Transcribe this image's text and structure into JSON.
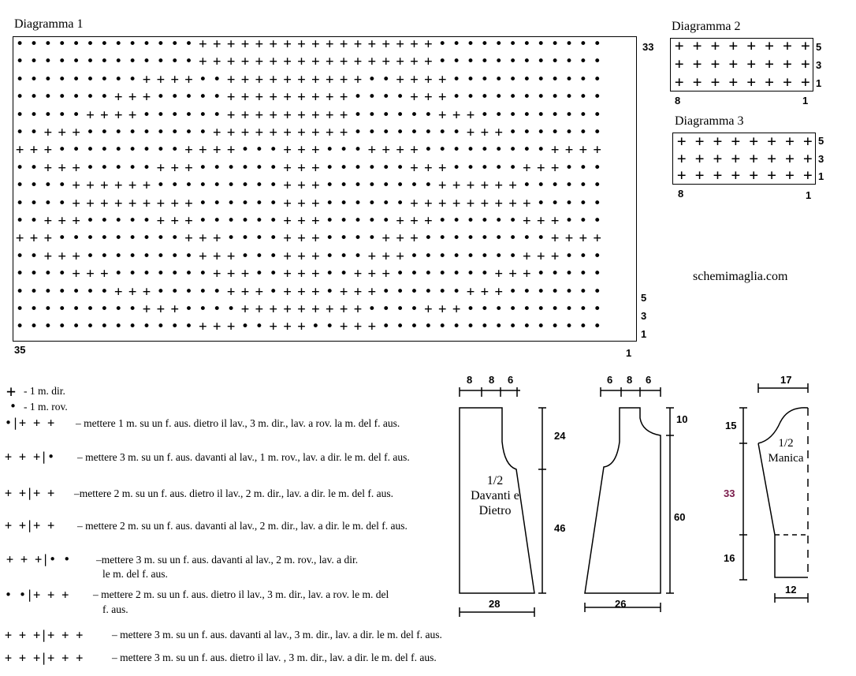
{
  "diagram1": {
    "title": "Diagramma 1",
    "right_labels": [
      "33",
      "5",
      "3",
      "1"
    ],
    "bottom_left": "35",
    "bottom_right": "1",
    "rows": [
      "• • • • • • • • • • • • • + + + + + + + + + + + + + + + + + • • • • • • • • • • • •",
      "• • • • • • • • • • • • • + + + + + + + + + + + + + + + + + • • • • • • • • • • • •",
      "• • • • • • • • • + + + + • • + + + + + + + + + + • • + + + + • • • • • • • • • • •",
      "• • • • • • • + + + • • • • • + + + + + + + + + • • • • + + + • • • • • • • • • • •",
      "• • • • • + + + + • • • • • • + + + + + + + + + • • • • • • + + + • • • • • • • • •",
      "• • + + + • • • • • • • • • + + + + + + + + + + • • • • • • • • + + + • • • • • • •",
      "+ + + • • • • • • • • • + + + + • • • + + + • • • + + + + • • • • • • • • • + + + +",
      "• • + + + • • • • • + + + • • • • • • + + + • • • • • • + + + • • • • • + + + • • •",
      "• • • • + + + + + + • • • • • • • • • + + + • • • • • • • • + + + + + + • • • • • •",
      "• • • • + + + + + + + + + • • • • • • + + + • • • • • • + + + + + + + + + • • • • •",
      "• • + + + • • • • • + + + • • • • • • + + + • • • • • + + + • • • • • • + + + • • •",
      "+ + + • • • • • • • • • + + + • • • • + + + • • • • + + + • • • • • • • • • + + + +",
      "• • + + + • • • • • • • • + + + • • • + + + • • • + + + • • • • • • • • + + + • • •",
      "• • • • + + + • • • • • • • + + + • • + + + • • + + + • • • • • • • + + + • • • • •",
      "• • • • • • • + + + • • • • • + + + • + + + • + + + • • • • • • + + + • • • • • • •",
      "• • • • • • • • • + + + • • • • + + + + + + + + + • • • • + + + • • • • • • • • • •",
      "• • • • • • • • • • • • • + + + • • + + + • • + + + • • • • • • • • • • • • • • • •"
    ]
  },
  "diagram2": {
    "title": "Diagramma 2",
    "rows": [
      "+ + + + + + + +",
      "+ + + + + + + +",
      "+ + + + + + + +"
    ],
    "right_labels": [
      "5",
      "3",
      "1"
    ],
    "bottom_left": "8",
    "bottom_right": "1"
  },
  "diagram3": {
    "title": "Diagramma 3",
    "rows": [
      "+ + + + + + + +",
      "+ + + + + + + +",
      "+ + + + + + + +"
    ],
    "right_labels": [
      "5",
      "3",
      "1"
    ],
    "bottom_left": "8",
    "bottom_right": "1"
  },
  "site": "schemimaglia.com",
  "legend": [
    {
      "sym": "+",
      "text": "-  1 m. dir."
    },
    {
      "sym": "•",
      "text": "-  1 m. rov."
    },
    {
      "sym": "•|+ + +",
      "text": "– mettere 1 m. su un f. aus. dietro il lav., 3 m. dir., lav. a rov. la m. del f. aus."
    },
    {
      "sym": "+ + +|•",
      "text": "– mettere 3 m. su un f. aus. davanti al lav., 1 m. rov., lav. a dir. le m. del f. aus."
    },
    {
      "sym": "+ +|+ +",
      "text": "–mettere 2 m. su un f. aus. dietro il lav., 2 m. dir., lav. a dir. le m. del f. aus."
    },
    {
      "sym": "+ +|+ +",
      "text": "– mettere 2 m. su un f. aus. davanti al lav., 2 m. dir., lav. a dir. le m. del f. aus."
    },
    {
      "sym": "+ + +|• •",
      "text": "–mettere 3 m. su un f. aus. davanti al lav., 2 m. rov., lav. a dir.",
      "text2": "le m. del f. aus."
    },
    {
      "sym": "• •|+ + +",
      "text": "– mettere 2 m. su un f. aus. dietro il lav., 3 m. dir., lav. a rov. le m. del",
      "text2": "f. aus."
    },
    {
      "sym": "+ + +|+ + +",
      "text": "– mettere 3 m. su un f. aus.  davanti al lav., 3 m. dir., lav. a dir. le m. del f. aus."
    },
    {
      "sym": "+ + +|+ + +",
      "text": "– mettere 3 m. su un f. aus.   dietro il lav. , 3 m. dir., lav. a dir. le m. del f. aus."
    }
  ],
  "schematic": {
    "front": {
      "top_dims": [
        "8",
        "8",
        "6"
      ],
      "label": "1/2\nDavanti e\nDietro",
      "right_dims": [
        "24",
        "46"
      ],
      "bottom": "28"
    },
    "back": {
      "top_dims": [
        "6",
        "8",
        "6"
      ],
      "right_dims": [
        "10",
        "60"
      ],
      "bottom": "26"
    },
    "sleeve": {
      "top": "17",
      "label": "1/2\nManica",
      "left_dims": [
        "15",
        "33",
        "16"
      ],
      "bottom": "12"
    }
  }
}
